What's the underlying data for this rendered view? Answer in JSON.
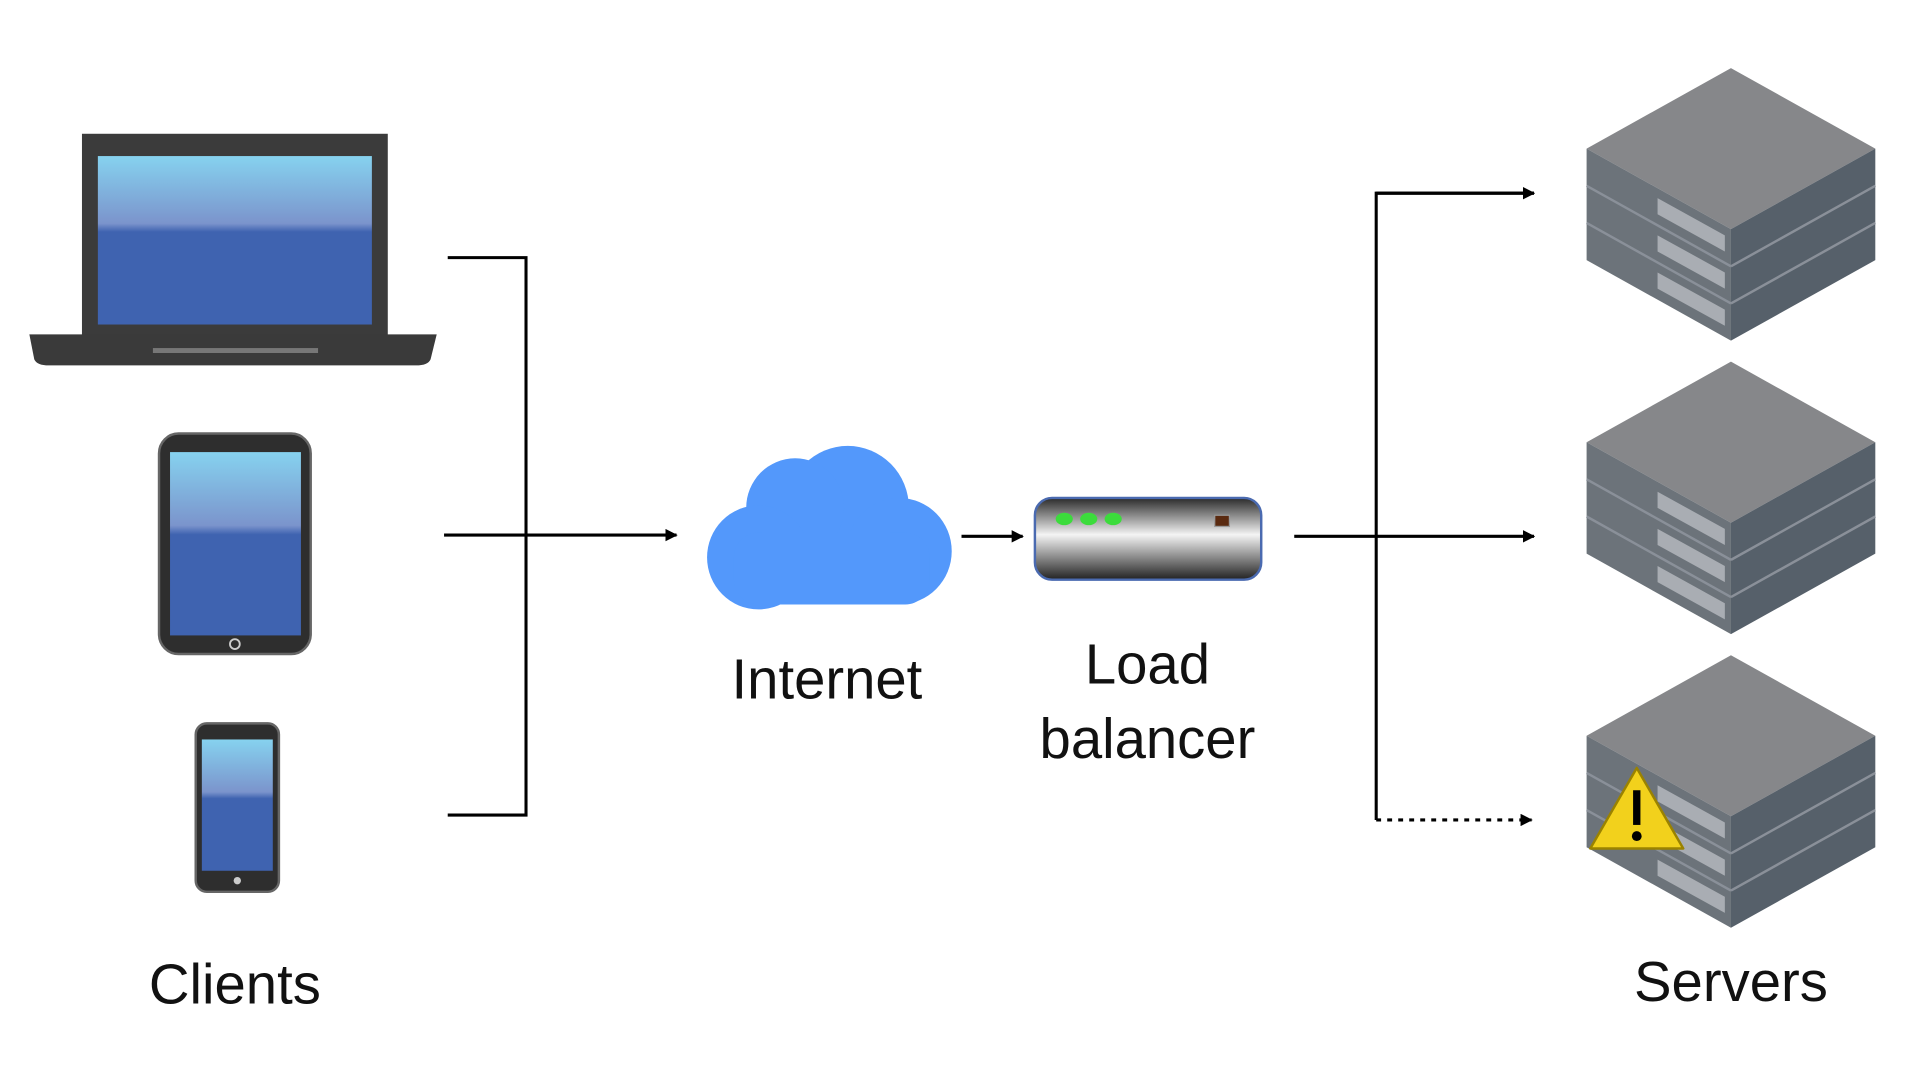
{
  "labels": {
    "clients": "Clients",
    "internet": "Internet",
    "load_balancer_line1": "Load",
    "load_balancer_line2": "balancer",
    "servers": "Servers"
  },
  "nodes": {
    "clients": [
      "laptop-icon",
      "tablet-icon",
      "smartphone-icon"
    ],
    "internet": "cloud-icon",
    "load_balancer": "load-balancer-icon",
    "servers": [
      "server-icon",
      "server-icon",
      "server-icon-warning"
    ]
  },
  "connections": [
    {
      "from": "clients",
      "to": "internet",
      "style": "solid"
    },
    {
      "from": "internet",
      "to": "load_balancer",
      "style": "solid"
    },
    {
      "from": "load_balancer",
      "to": "server-1",
      "style": "solid"
    },
    {
      "from": "load_balancer",
      "to": "server-2",
      "style": "solid"
    },
    {
      "from": "load_balancer",
      "to": "server-3",
      "style": "dotted"
    }
  ],
  "colors": {
    "cloud": "#5398fb",
    "screen": "#3f63b0",
    "server_top": "#86878a",
    "server_side": "#5c6670",
    "warning": "#f2d11c"
  }
}
